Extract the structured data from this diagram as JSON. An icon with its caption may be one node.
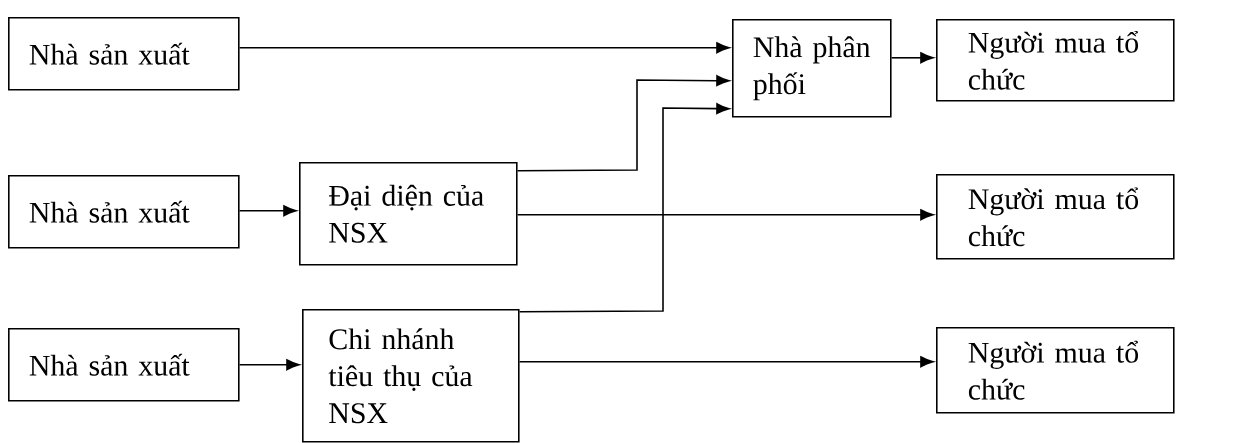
{
  "diagram": {
    "nodes": [
      {
        "text": [
          "Nhà sản xuất"
        ]
      },
      {
        "text": [
          "Nhà phân phối"
        ]
      },
      {
        "text": [
          "Người mua tổ chức"
        ]
      },
      {
        "text": [
          "Nhà sản xuất"
        ]
      },
      {
        "text": [
          "Đại diện của NSX"
        ]
      },
      {
        "text": [
          "Người mua tổ chức"
        ]
      },
      {
        "text": [
          "Nhà sản xuất"
        ]
      },
      {
        "text": [
          "Chi nhánh tiêu thụ của NSX"
        ]
      },
      {
        "text": [
          "Người mua tổ chức"
        ]
      }
    ],
    "edges": [
      {
        "from": 0,
        "to": 1,
        "arrow": "to"
      },
      {
        "from": 1,
        "to": 2,
        "arrow": "to"
      },
      {
        "from": 3,
        "to": 4,
        "arrow": "to"
      },
      {
        "from": 4,
        "to": 1,
        "arrow": "to"
      },
      {
        "from": 4,
        "to": 5,
        "arrow": "to"
      },
      {
        "from": 7,
        "to": 1,
        "arrow": "to"
      },
      {
        "from": 6,
        "to": 7,
        "arrow": "to"
      },
      {
        "from": 7,
        "to": 8,
        "arrow": "to"
      }
    ]
  }
}
